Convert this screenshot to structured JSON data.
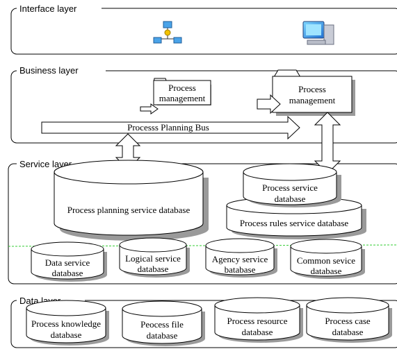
{
  "layers": {
    "interface": "Interface layer",
    "business": "Business layer",
    "service": "Service layer",
    "data": "Data layer"
  },
  "interface_icons": [
    "network-icon",
    "computer-icon"
  ],
  "business": {
    "process_mgmt_small": [
      "Process",
      "management"
    ],
    "process_mgmt_large": [
      "Process",
      "management"
    ],
    "bus_label": "Processs Planning Bus"
  },
  "service": {
    "planning_db": "Process planning service database",
    "process_service_db": [
      "Process service",
      "database"
    ],
    "rules_db": "Process rules service database",
    "data_service_db": [
      "Data service",
      "database"
    ],
    "logical_service_db": [
      "Logical service",
      "database"
    ],
    "agency_service_db": [
      "Agency service",
      "batabase"
    ],
    "common_service_db": [
      "Common sevice",
      "database"
    ]
  },
  "data_layer": {
    "knowledge_db": [
      "Process knowledge",
      "database"
    ],
    "file_db": [
      "Peocess file",
      "database"
    ],
    "resource_db": [
      "Process resource",
      "database"
    ],
    "case_db": [
      "Process case",
      "database"
    ]
  },
  "colors": {
    "line": "#000000",
    "shadow": "#9a9a9a",
    "divider": "#33cc33"
  }
}
